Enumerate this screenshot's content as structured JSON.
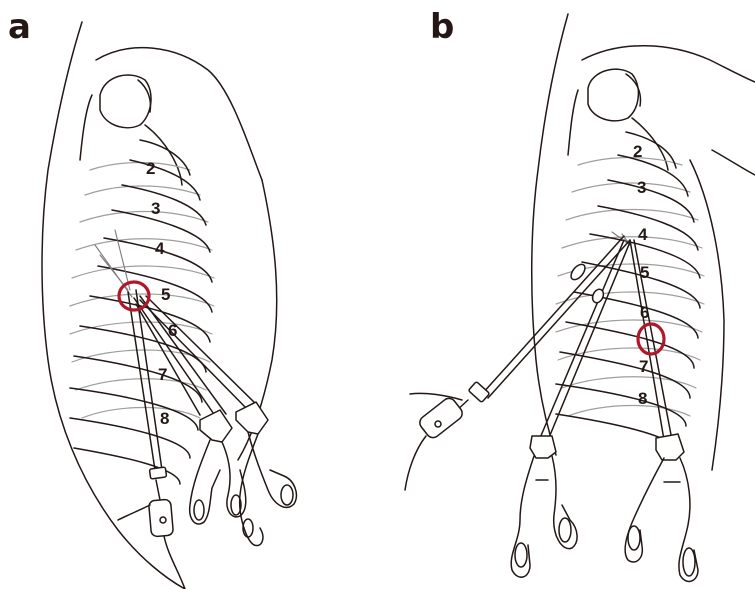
{
  "panels": [
    {
      "letter": "a",
      "rib_labels": [
        "2",
        "3",
        "4",
        "5",
        "6",
        "7",
        "8"
      ],
      "port_marker_color": "#b0182a"
    },
    {
      "letter": "b",
      "rib_labels": [
        "2",
        "3",
        "4",
        "5",
        "6",
        "7",
        "8"
      ],
      "port_marker_color": "#b0182a"
    }
  ],
  "colors": {
    "line": "#231815",
    "rib_back": "#9e9e9e",
    "marker": "#b0182a",
    "background": "#ffffff"
  }
}
